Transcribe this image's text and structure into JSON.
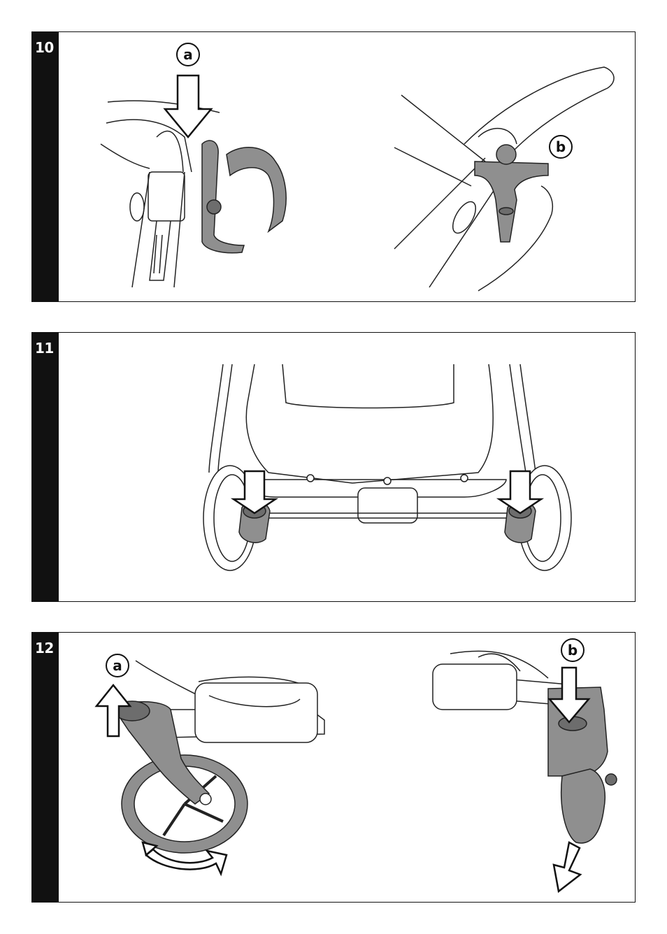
{
  "steps": [
    {
      "number": "10",
      "callouts": {
        "left": "a",
        "right": "b"
      }
    },
    {
      "number": "11"
    },
    {
      "number": "12",
      "callouts": {
        "left": "a",
        "right": "b"
      }
    }
  ],
  "colors": {
    "ink": "#111111",
    "part_fill": "#8f8f8f",
    "part_dark": "#6d6d6d",
    "line": "#222222"
  }
}
